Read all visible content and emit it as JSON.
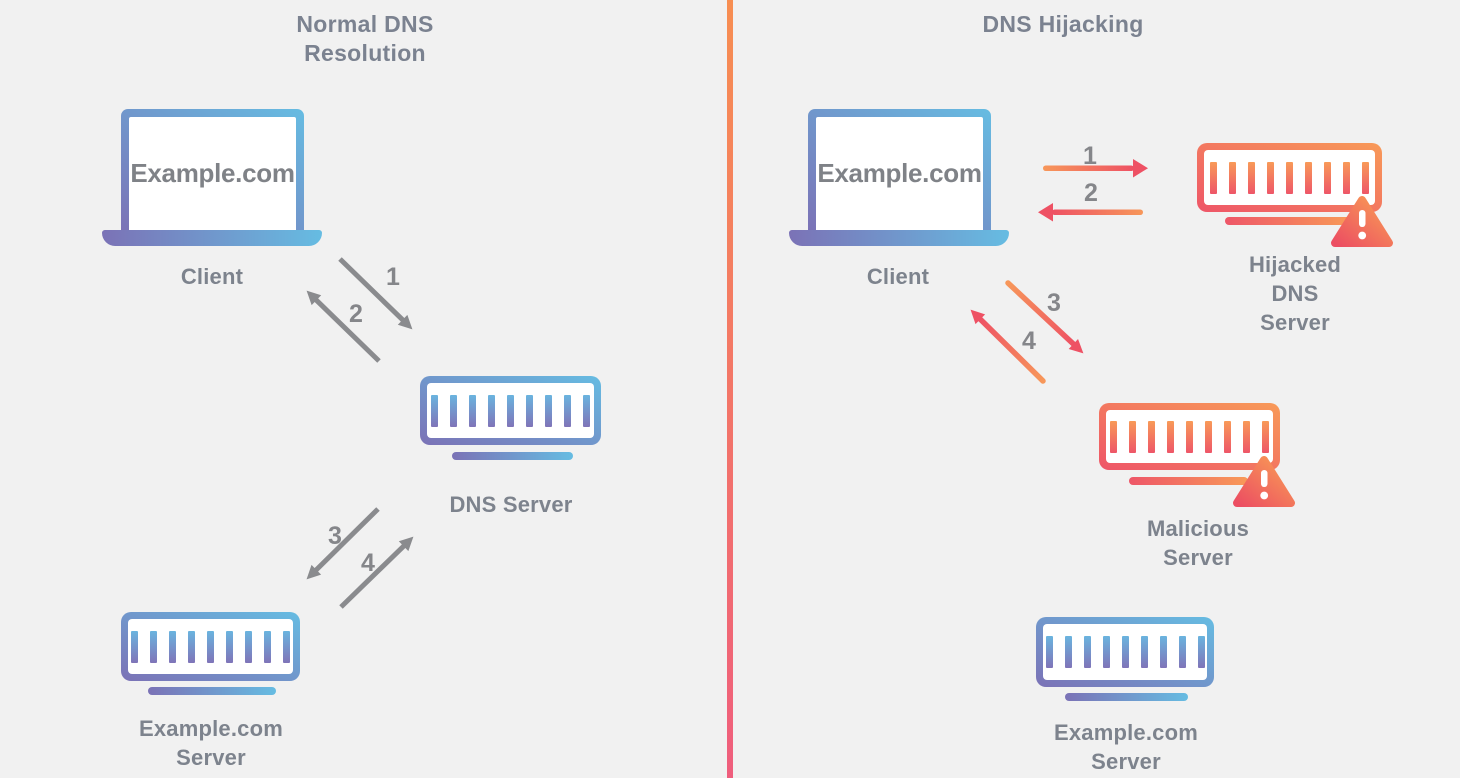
{
  "left": {
    "title": [
      "Normal DNS",
      "Resolution"
    ],
    "client_screen": "Example.com",
    "client_label": "Client",
    "dns_label": "DNS Server",
    "origin_label": [
      "Example.com",
      "Server"
    ],
    "steps": [
      "1",
      "2",
      "3",
      "4"
    ]
  },
  "right": {
    "title": "DNS Hijacking",
    "client_screen": "Example.com",
    "client_label": "Client",
    "hijacked_label": [
      "Hijacked",
      "DNS",
      "Server"
    ],
    "malicious_label": [
      "Malicious",
      "Server"
    ],
    "origin_label": [
      "Example.com",
      "Server"
    ],
    "steps": [
      "1",
      "2",
      "3",
      "4"
    ]
  },
  "colors": {
    "background": "#f1f1f1",
    "label_text": "#7d838d",
    "gray_arrow": "#8a8b8e",
    "cool_gradient": [
      "#7b72b6",
      "#66bce2"
    ],
    "warm_gradient": [
      "#ee5668",
      "#f89a58"
    ],
    "divider_gradient": [
      "#f78e52",
      "#ef5e7d"
    ]
  }
}
